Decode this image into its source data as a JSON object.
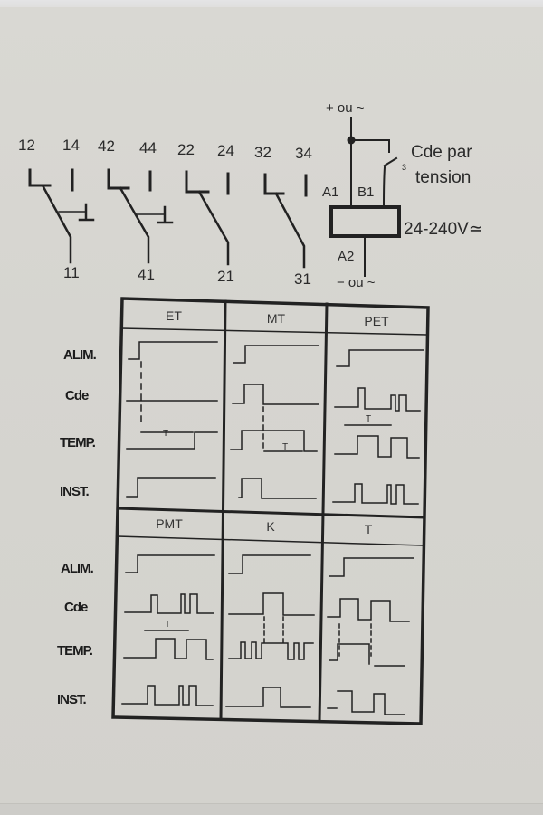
{
  "contacts": {
    "top_terminals": [
      "12",
      "14",
      "42",
      "44",
      "22",
      "24",
      "32",
      "34"
    ],
    "bottom_terminals": [
      "11",
      "41",
      "21",
      "31"
    ]
  },
  "relay": {
    "supply_plus": "+ ou ~",
    "supply_minus": "− ou ~",
    "terminal_a1": "A1",
    "terminal_b1": "B1",
    "terminal_a2": "A2",
    "switch_label": "3",
    "control_label_line1": "Cde par",
    "control_label_line2": "tension",
    "voltage": "24-240V≃"
  },
  "timing_table": {
    "row_labels": [
      "ALIM.",
      "Cde",
      "TEMP.",
      "INST."
    ],
    "top_modes": [
      "ET",
      "MT",
      "PET"
    ],
    "bottom_modes": [
      "PMT",
      "K",
      "T"
    ],
    "time_marker": "T"
  },
  "colors": {
    "ink": "#222222",
    "paper": "#d6d5d0"
  }
}
